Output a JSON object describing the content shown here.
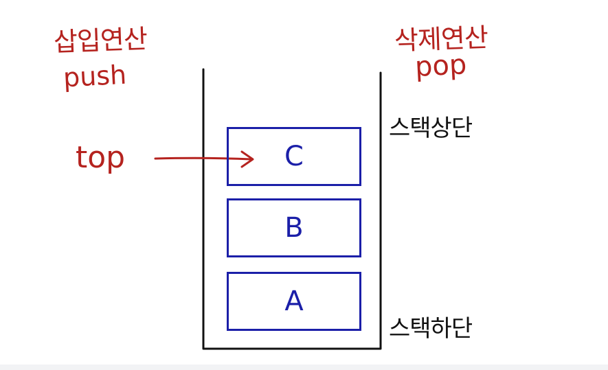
{
  "labels": {
    "push_ko": "삽입연산",
    "push_en": "push",
    "pop_ko": "삭제연산",
    "pop_en": "pop",
    "top_pointer": "top",
    "stack_top": "스택상단",
    "stack_bottom": "스택하단"
  },
  "stack_items": [
    "C",
    "B",
    "A"
  ],
  "colors": {
    "annotation_red": "#b5231f",
    "item_blue": "#1b1fa8",
    "container_black": "#111111"
  }
}
